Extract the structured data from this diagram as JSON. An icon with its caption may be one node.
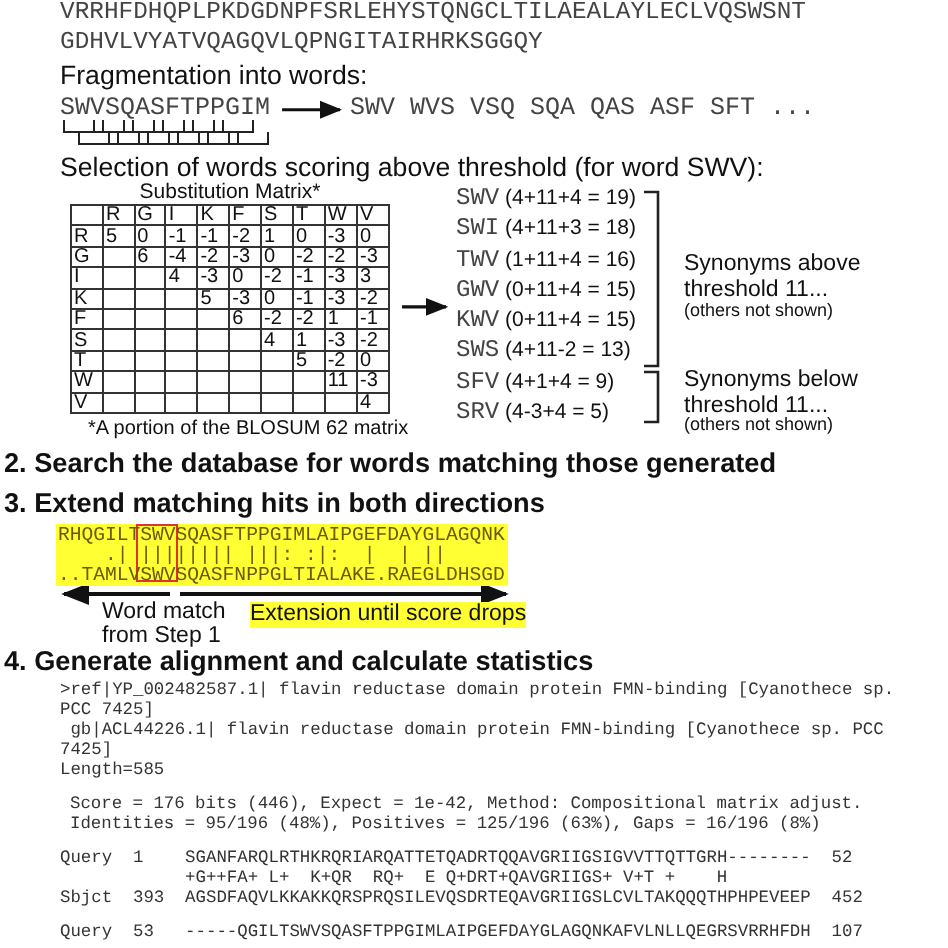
{
  "diagram": {
    "nodes": [
      {
        "text": [
          "SWVSQASFTPPGIM"
        ]
      },
      {
        "text": [
          "SWV WVS VSQ SQA QAS ASF SFT ..."
        ]
      },
      {
        "text": [
          "Substitution Matrix*"
        ],
        "beside": [
          "*A portion of the BLOSUM 62 matrix"
        ]
      },
      {
        "text": [
          "SWV (4+11+4 = 19)",
          "SWI (4+11+3 = 18)",
          "TWV (1+11+4 = 16)",
          "GWV (0+11+4 = 15)",
          "KWV (0+11+4 = 15)",
          "SWS (4+11-2 = 13)",
          "SFV (4+1+4 = 9)",
          "SRV (4-3+4 = 5)"
        ]
      }
    ],
    "edges": [
      {
        "from": 0,
        "to": 1,
        "arrow": "to"
      },
      {
        "from": 2,
        "to": 3,
        "arrow": "to"
      }
    ],
    "labels": [
      "VRRHFDHQPLPKDGDNPFSRLEHYSTQNGCLTILAEALAYLECLVQSWSNT",
      "GDHVLVYATVQAGQVLQPNGITAIRHRKSGGQY",
      "Fragmentation into words:",
      "Selection of words scoring above threshold (for word SWV):",
      "R",
      "G",
      "I",
      "K",
      "F",
      "S",
      "T",
      "W",
      "V",
      "R",
      "5",
      "0",
      "-1",
      "-1",
      "-2",
      "1",
      "0",
      "-3",
      "0",
      "G",
      "6",
      "-4",
      "-2",
      "-3",
      "0",
      "-2",
      "-2",
      "-3",
      "I",
      "4",
      "-3",
      "0",
      "-2",
      "-1",
      "-3",
      "3",
      "K",
      "5",
      "-3",
      "0",
      "-1",
      "-3",
      "-2",
      "F",
      "6",
      "-2",
      "-2",
      "1",
      "-1",
      "S",
      "4",
      "1",
      "-3",
      "-2",
      "T",
      "5",
      "-2",
      "0",
      "W",
      "11",
      "-3",
      "V",
      "4",
      "Synonyms above threshold 11...",
      "(others not shown)",
      "Synonyms below threshold 11...",
      "(others not shown)",
      "2. Search the database for words matching those generated",
      "3. Extend matching hits in both directions",
      "RHQGILTSWVSQASFTPPGIMLAIPGEFDAYGLAGQNK",
      ".| |||||||| |||: :|:  |  | ||",
      "..TAMLVSWVSQASFNPPGLTIALAKE.RAEGLDHSGD",
      "Word match from Step 1",
      "Extension until score drops",
      "4. Generate alignment and calculate statistics",
      ">ref|YP_002482587.1| flavin reductase domain protein FMN-binding [Cyanothece sp. PCC 7425]",
      "gb|ACL44226.1| flavin reductase domain protein FMN-binding [Cyanothece sp. PCC 7425]",
      "Length=585",
      "Score = 176 bits (446), Expect = 1e-42, Method: Compositional matrix adjust.",
      "Identities = 95/196 (48%), Positives = 125/196 (63%), Gaps = 16/196 (8%)",
      "Query  1    SGANFARQLRTHKRQRIARQATTETQADRTQQAVGRIIGSIGVVTTQTTGRH--------  52",
      "+G++FA+ L+  K+QR  RQ+  E Q+DRT+QAVGRIIGS+ V+T +    H",
      "Sbjct  393  AGSDFAQVLKKAKKQRSPRQSILEVQSDRTEQAVGRIIGSLCVLTAKQQQTHPHPEVEEP  452",
      "Query  53   -----QGILTSWVSQASFTPPGIMLAIPGEFDAYGLAGQNKAFVLNLLQEGRSVRRHFDH  107"
    ]
  }
}
